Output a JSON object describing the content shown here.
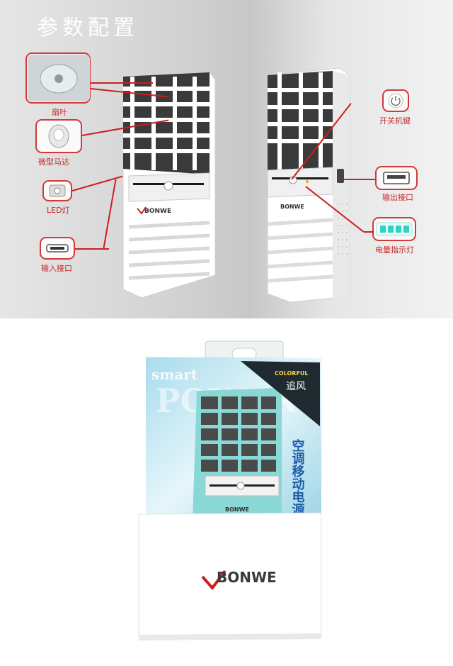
{
  "header": {
    "title": "参数配置"
  },
  "callouts_left": [
    {
      "label": "扇叶",
      "icon": "fan-blade-photo"
    },
    {
      "label": "微型马达",
      "icon": "motor-icon"
    },
    {
      "label": "LED灯",
      "icon": "led-icon"
    },
    {
      "label": "输入接口",
      "icon": "micro-usb-port-icon"
    }
  ],
  "callouts_right": [
    {
      "label": "开关机键",
      "icon": "power-icon"
    },
    {
      "label": "输出接口",
      "icon": "usb-port-icon"
    },
    {
      "label": "电量指示灯",
      "icon": "battery-level-icon"
    }
  ],
  "product": {
    "brand": "BONWE",
    "brand_logo_text": "BONWE",
    "accent_color": "#cc1f1f",
    "body_color": "#ffffff",
    "package_teal": "#7fd6d2"
  },
  "package": {
    "bg_word_1": "smart",
    "bg_word_2": "POWER",
    "corner_tag": "COLORFUL",
    "corner_name": "追风",
    "side_text": "空调移动电源"
  }
}
